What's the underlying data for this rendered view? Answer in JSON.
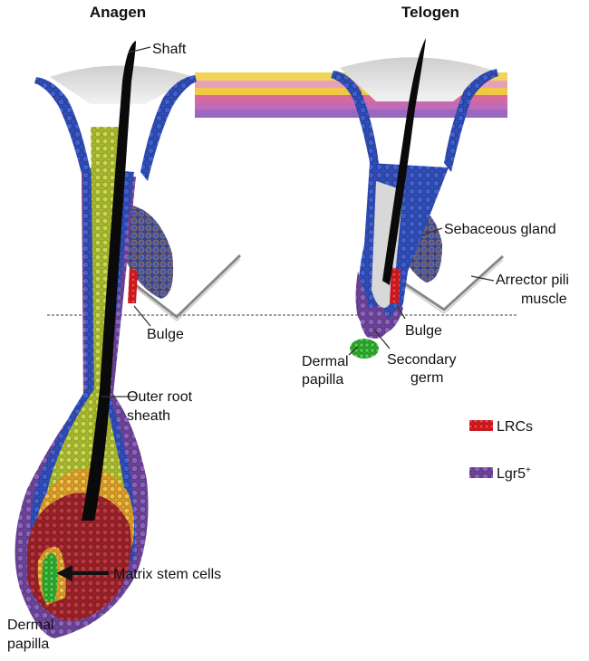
{
  "titles": {
    "anagen": "Anagen",
    "telogen": "Telogen"
  },
  "labels": {
    "shaft": "Shaft",
    "sebaceous_gland": "Sebaceous gland",
    "arrector_line1": "Arrector pili",
    "arrector_line2": "muscle",
    "bulge_anagen": "Bulge",
    "bulge_telogen": "Bulge",
    "dermal_papilla_telogen_line1": "Dermal",
    "dermal_papilla_telogen_line2": "papilla",
    "secondary_germ_line1": "Secondary",
    "secondary_germ_line2": "germ",
    "outer_root_line1": "Outer root",
    "outer_root_line2": "sheath",
    "matrix_stem_cells": "Matrix stem cells",
    "dermal_papilla_anagen_line1": "Dermal",
    "dermal_papilla_anagen_line2": "papilla"
  },
  "legend": [
    {
      "label": "LRCs",
      "color": "#e8202a",
      "superscript": ""
    },
    {
      "label": "Lgr5",
      "color": "#7b52a8",
      "superscript": "+"
    }
  ],
  "colors": {
    "outer_sheath": "#2f4db3",
    "inner_sheath": "#b9c93c",
    "lgr5": "#7b52a8",
    "lrc": "#e8202a",
    "matrix": "#a8282e",
    "matrix_outer": "#e8b03a",
    "dermal_papilla": "#3cc03c",
    "shaft": "#0a0a0a",
    "gland": "#3a4aa0",
    "epidermis_gray": "#d6d6d6"
  }
}
